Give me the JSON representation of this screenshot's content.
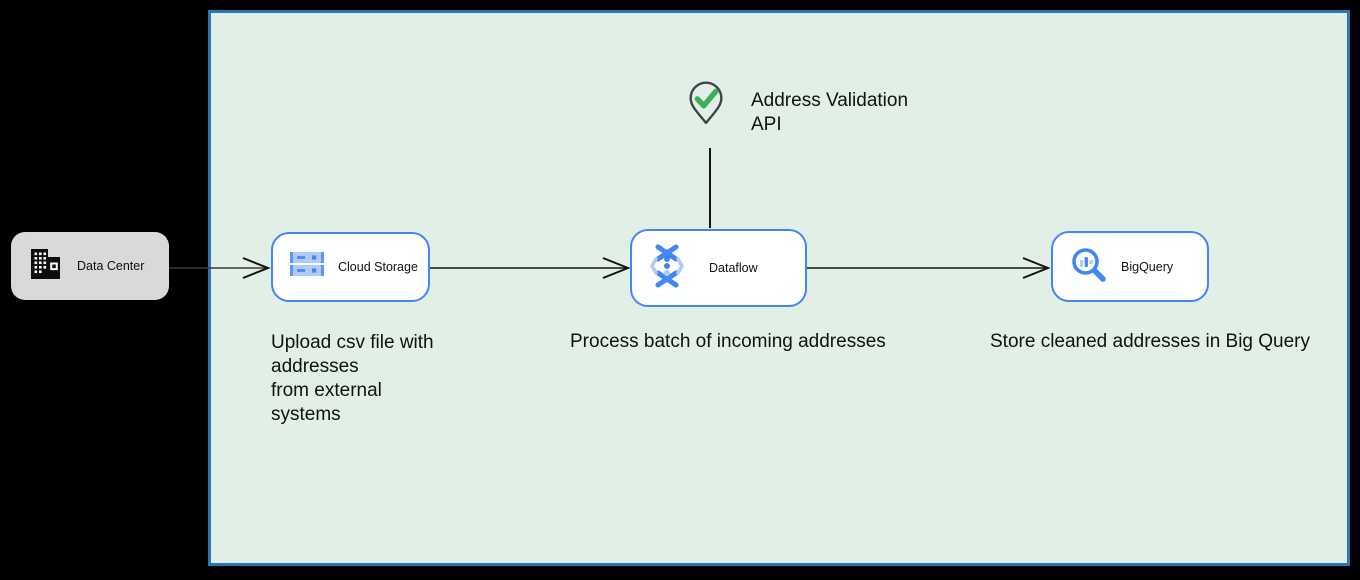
{
  "diagram": {
    "external": {
      "data_center_label": "Data Center"
    },
    "cloud": {
      "cloud_storage_label": "Cloud Storage",
      "dataflow_label": "Dataflow",
      "bigquery_label": "BigQuery",
      "address_validation_label": "Address Validation\nAPI",
      "caption_upload": "Upload csv file with\naddresses\nfrom external\nsystems",
      "caption_process": "Process batch of incoming addresses",
      "caption_store": "Store cleaned addresses in Big Query"
    },
    "icons": {
      "data_center": "building-icon",
      "cloud_storage": "storage-buckets-icon",
      "dataflow": "dataflow-icon",
      "bigquery": "magnifier-chart-icon",
      "address_validation": "map-pin-check-icon"
    },
    "colors": {
      "canvas_background": "#000000",
      "boundary_fill": "#e1efe7",
      "boundary_border": "#2e75b6",
      "service_node_border": "#4285f4",
      "service_node_fill": "#ffffff",
      "data_center_fill": "#d9d9d9",
      "icon_blue": "#4285f4",
      "icon_light_blue": "#aecbfa",
      "check_green": "#3fae5a",
      "pin_outline": "#3f4347",
      "connector": "#141414"
    }
  }
}
